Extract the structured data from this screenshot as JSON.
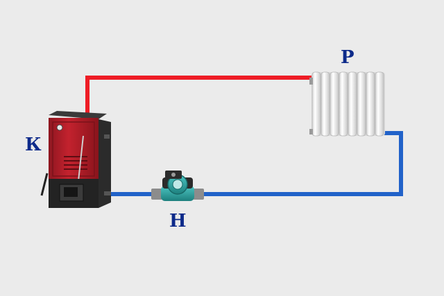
{
  "labels": {
    "boiler": "К",
    "radiator": "Р",
    "pump": "Н"
  },
  "colors": {
    "supply_pipe": "#ee1c25",
    "return_pipe": "#2162c9",
    "boiler_body": "#b3212c",
    "pump_body": "#2aa7a5",
    "label_text": "#0d2a8a"
  },
  "icons": [
    "boiler-icon",
    "radiator-icon",
    "pump-icon"
  ]
}
